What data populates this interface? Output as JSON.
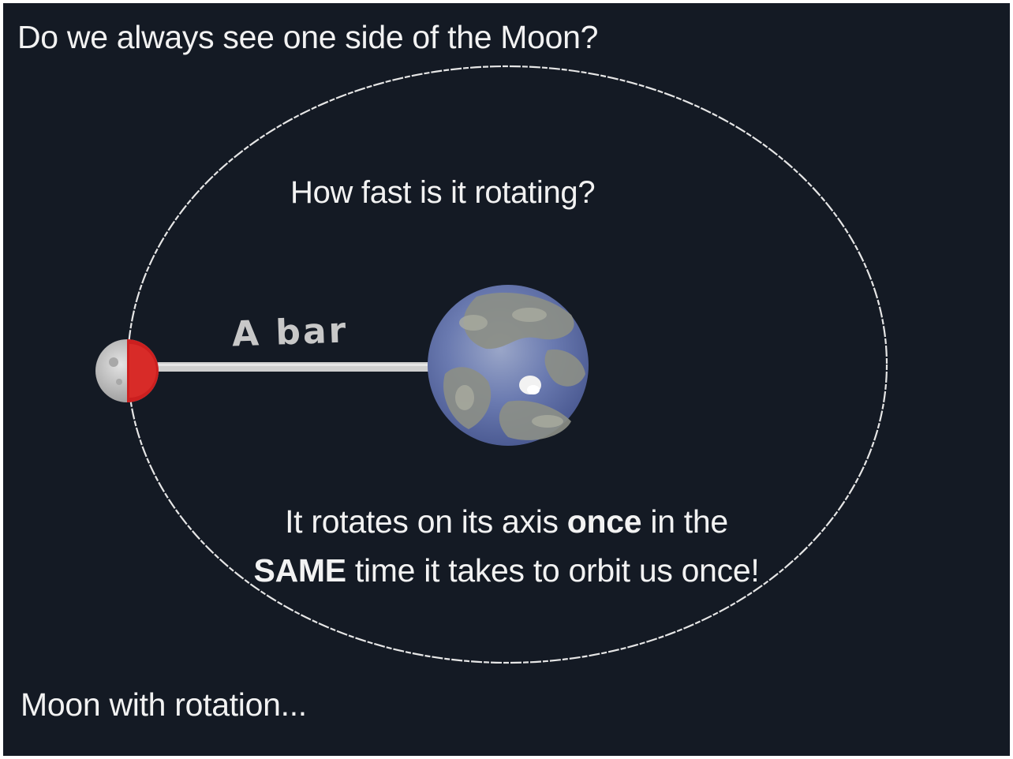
{
  "title": "Do we always see one side of the Moon?",
  "question": "How fast is it rotating?",
  "bar_label": "A bar",
  "answer": {
    "line1_pre": "It rotates on its axis ",
    "line1_bold": "once",
    "line1_post": " in the",
    "line2_bold": "SAME",
    "line2_post": " time it takes to orbit us once!"
  },
  "caption": "Moon with rotation...",
  "colors": {
    "background": "#141a24",
    "text": "#f2f2f2",
    "orbit": "#e6e6e6",
    "moon_near_side": "#cc1f1f",
    "moon_far_side": "#b9b9b9",
    "earth_ocean": "#5b6fae",
    "earth_land": "#8c8f86"
  }
}
